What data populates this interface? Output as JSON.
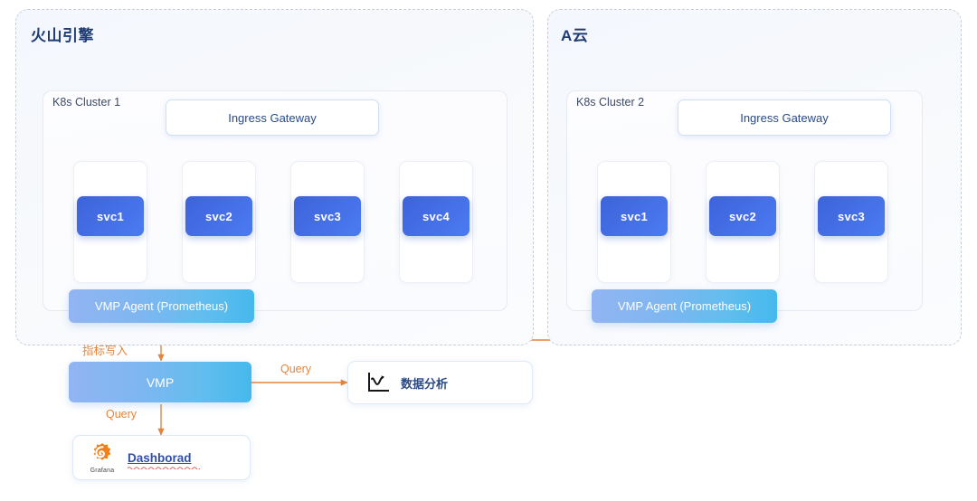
{
  "clouds": [
    {
      "title": "火山引擎",
      "cluster_label": "K8s Cluster 1",
      "gateway_label": "Ingress Gateway",
      "agent_label": "VMP Agent (Prometheus)",
      "services": [
        "svc1",
        "svc2",
        "svc3",
        "svc4"
      ]
    },
    {
      "title": "A云",
      "cluster_label": "K8s Cluster 2",
      "gateway_label": "Ingress Gateway",
      "agent_label": "VMP Agent (Prometheus)",
      "services": [
        "svc1",
        "svc2",
        "svc3"
      ]
    }
  ],
  "bottom": {
    "vmp_label": "VMP",
    "write_label": "指标写入",
    "query_label_right": "Query",
    "query_label_down": "Query",
    "analysis_label": "数据分析",
    "dashboard_label": "Dashborad",
    "grafana_name": "Grafana"
  },
  "icons": {
    "analysis": "line-chart-icon",
    "grafana": "grafana-logo-icon"
  },
  "colors": {
    "title": "#1f3c75",
    "svc_gradient_start": "#3d63da",
    "svc_gradient_end": "#4a7bf2",
    "agent_gradient_start": "#91b5f2",
    "agent_gradient_end": "#45b9ec",
    "orange": "#e5843c",
    "wire_gray": "#9aa3ae",
    "panel_border": "#c9ced8"
  }
}
